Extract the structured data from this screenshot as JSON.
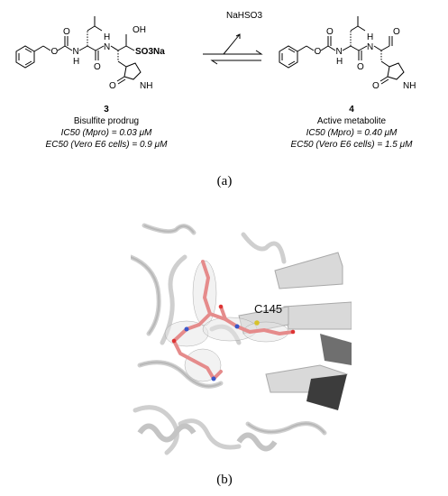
{
  "panel_a": {
    "label": "(a)",
    "reagent": "NaHSO3",
    "compound_left": {
      "number": "3",
      "name": "Bisulfite prodrug",
      "ic50": "IC50 (Mpro) = 0.03 μM",
      "ec50": "EC50 (Vero E6 cells) = 0.9 μM",
      "labels": {
        "oh": "OH",
        "so3na": "SO3Na",
        "nh_ring": "NH",
        "nh1": "H",
        "nh2": "H",
        "n1": "N",
        "n2": "N",
        "o1": "O",
        "o2": "O",
        "o3": "O",
        "o4": "O"
      }
    },
    "compound_right": {
      "number": "4",
      "name": "Active metabolite",
      "ic50": "IC50 (Mpro) = 0.40 μM",
      "ec50": "EC50 (Vero E6 cells) = 1.5 μM",
      "labels": {
        "nh_ring": "NH",
        "n1": "N",
        "n2": "N",
        "nh1": "H",
        "nh2": "H",
        "o1": "O",
        "o2": "O",
        "o3": "O",
        "o4": "O",
        "o5": "O"
      }
    }
  },
  "panel_b": {
    "label": "(b)",
    "residue_label": "C145"
  }
}
